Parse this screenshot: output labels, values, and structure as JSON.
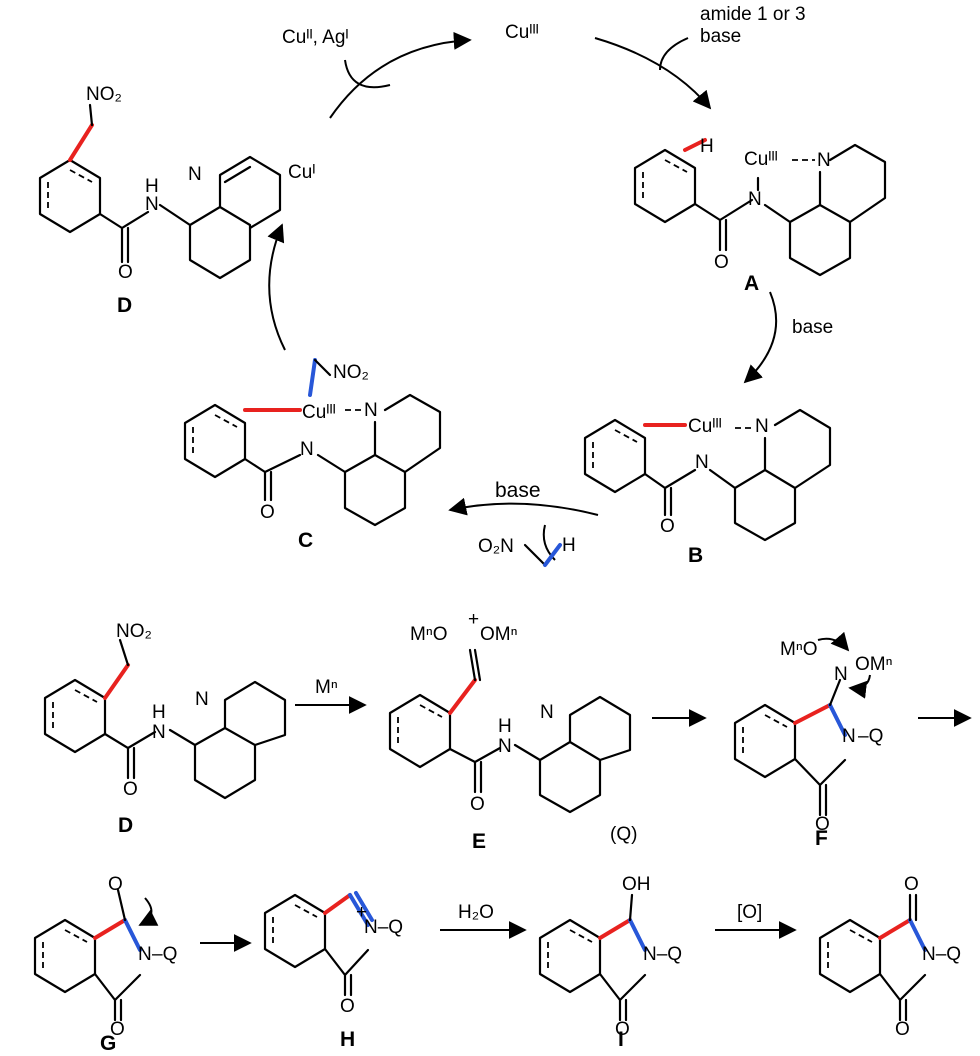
{
  "colors": {
    "new_cc_bond": "#e8221f",
    "new_cn_bond": "#2857d8",
    "ink": "#000000"
  },
  "cycle": {
    "reagent_in": "Cuᴵᴵ, Agᴵ",
    "cu_iii": "Cuᴵᴵᴵ",
    "cu_i": "Cuᴵ",
    "step1_reagents": [
      "amide 1 or 3",
      "base"
    ],
    "step2_reagent": "base",
    "step3_reagent": "base",
    "nitromethane": [
      "O₂N",
      "H"
    ]
  },
  "pathway": {
    "metal_reagent": "Mⁿ",
    "water": "H₂O",
    "oxidant": "[O]",
    "q_note": "(Q)"
  },
  "atoms": {
    "no2": "NO₂",
    "n": "N",
    "h": "H",
    "o": "O",
    "oh": "OH",
    "q": "–Q",
    "nq": "N–Q",
    "cu_iii": "Cuᴵᴵᴵ",
    "mno": "MⁿO",
    "omn": "OMⁿ",
    "plus": "+"
  },
  "compounds": [
    "A",
    "B",
    "C",
    "D",
    "D",
    "E",
    "F",
    "G",
    "H",
    "I"
  ]
}
